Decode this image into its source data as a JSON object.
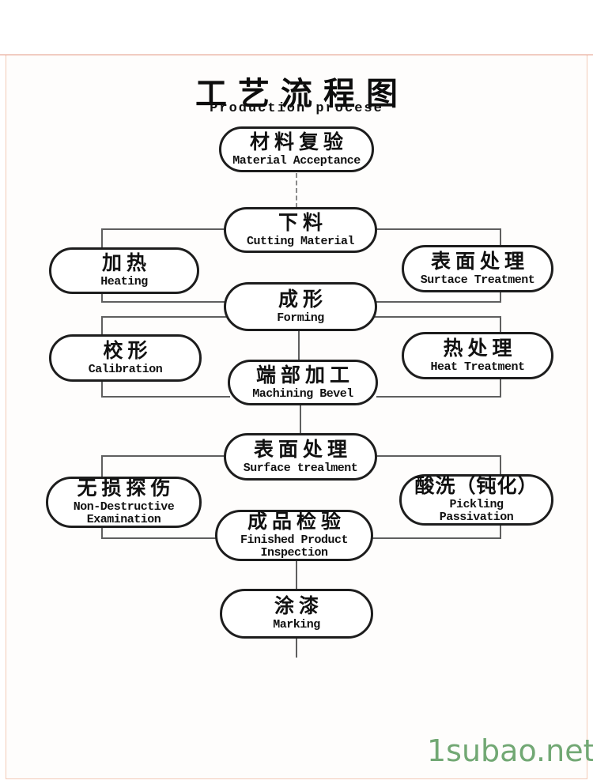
{
  "page": {
    "title_cn": "工艺流程图",
    "title_en": "Production procese",
    "watermark": "1subao.net",
    "colors": {
      "box_border": "#1d1d1d",
      "connector": "#5f5f5f",
      "frame_line": "#e2937c",
      "watermark_green": "#72a874"
    }
  },
  "nodes": [
    {
      "key": "material-acceptance",
      "cn": "材料复验",
      "en": "Material Acceptance"
    },
    {
      "key": "cutting-material",
      "cn": "下料",
      "en": "Cutting Material"
    },
    {
      "key": "heating",
      "cn": "加热",
      "en": "Heating"
    },
    {
      "key": "surface-treatment-top",
      "cn": "表面处理",
      "en": "Surtace Treatment"
    },
    {
      "key": "forming",
      "cn": "成形",
      "en": "Forming"
    },
    {
      "key": "calibration",
      "cn": "校形",
      "en": "Calibration"
    },
    {
      "key": "heat-treatment",
      "cn": "热处理",
      "en": "Heat Treatment"
    },
    {
      "key": "machining-bevel",
      "cn": "端部加工",
      "en": "Machining Bevel"
    },
    {
      "key": "surface-treatment-mid",
      "cn": "表面处理",
      "en": "Surface trealment"
    },
    {
      "key": "non-destructive",
      "cn": "无损探伤",
      "en": "Non-Destructive\nExamination"
    },
    {
      "key": "pickling-passivation",
      "cn": "酸洗（钝化）",
      "en": "Pickling\nPassivation"
    },
    {
      "key": "finished-inspection",
      "cn": "成品检验",
      "en": "Finished Product\nInspection"
    },
    {
      "key": "marking",
      "cn": "涂漆",
      "en": "Marking"
    }
  ]
}
